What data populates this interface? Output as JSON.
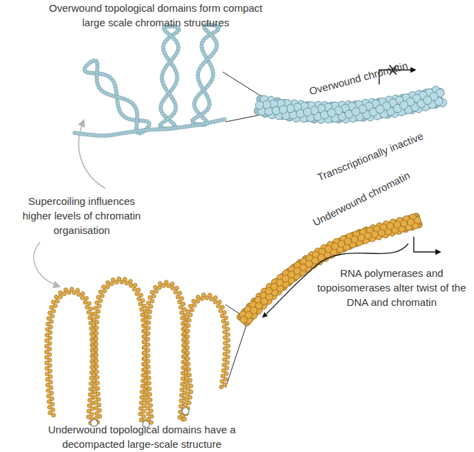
{
  "diagram": {
    "labels": [
      "Overwound topological domains form compact large scale chromatin structures",
      "Overwound chromatin",
      "Transcriptionally inactive",
      "Supercoiling influences higher levels of chromatin organisation",
      "Underwound chromatin",
      "RNA polymerases and topoisomerases alter twist of the DNA and chromatin",
      "Underwound topological domains have a decompacted large-scale structure"
    ]
  }
}
